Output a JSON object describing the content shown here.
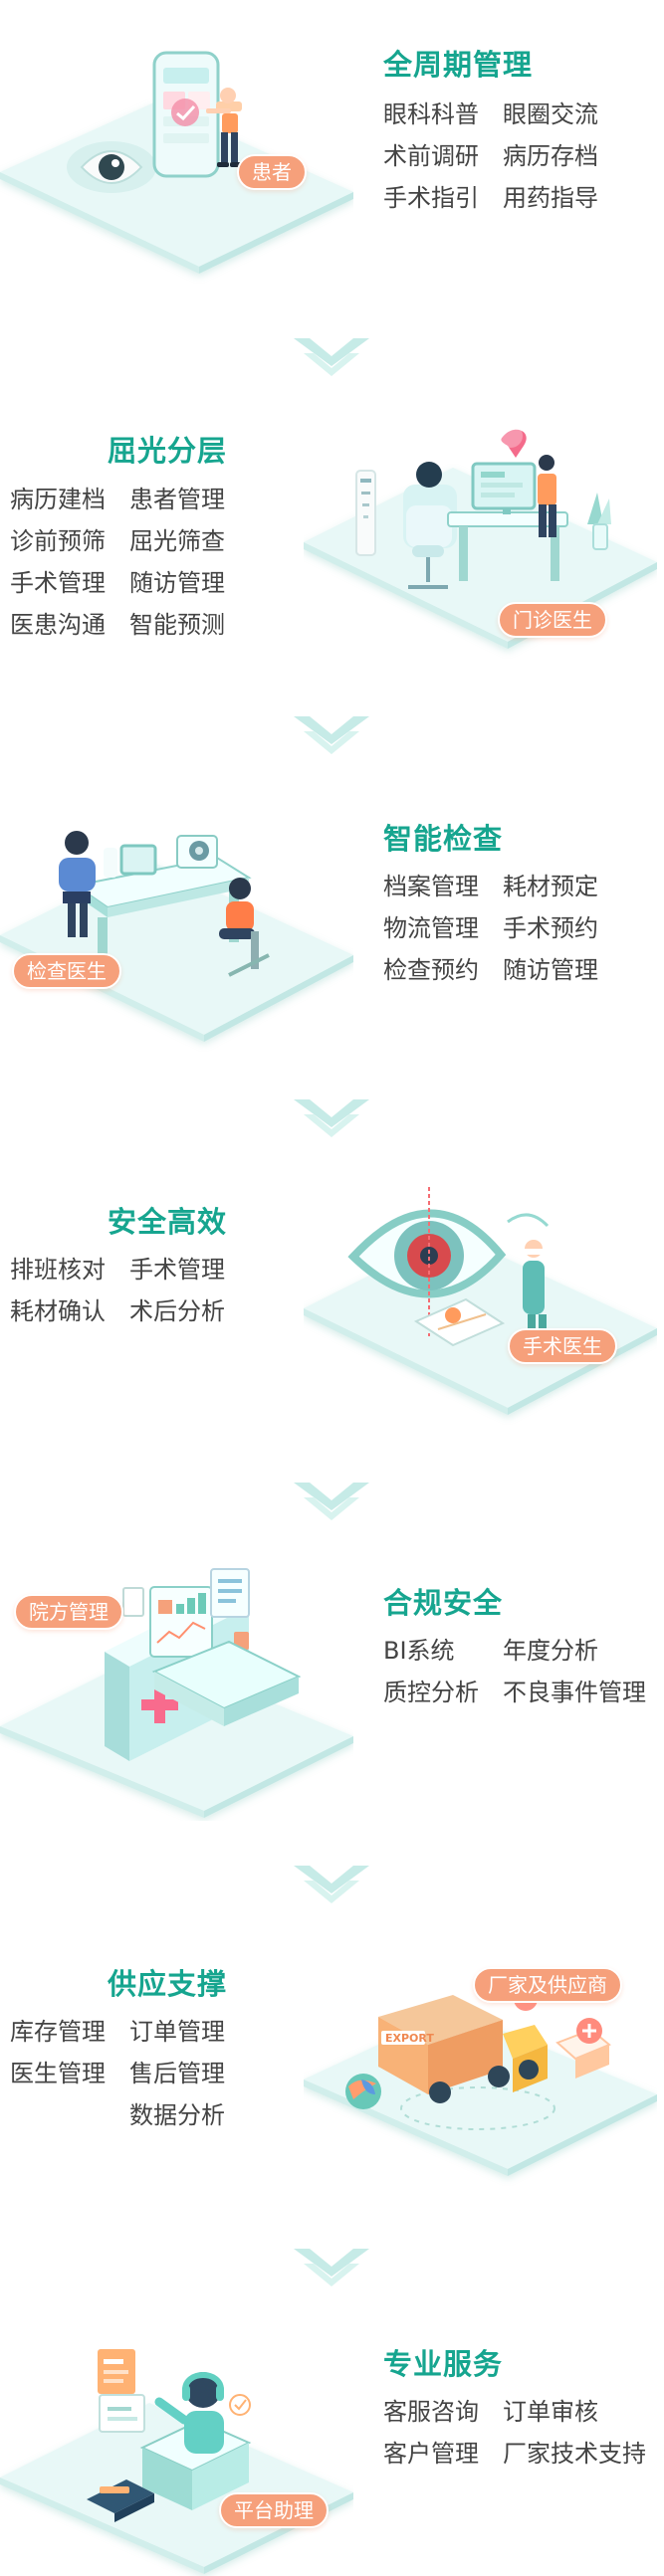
{
  "sections": [
    {
      "title": "全周期管理",
      "features": [
        [
          "眼科科普",
          "眼圈交流"
        ],
        [
          "术前调研",
          "病历存档"
        ],
        [
          "手术指引",
          "用药指导"
        ]
      ],
      "badge": "患者"
    },
    {
      "title": "屈光分层",
      "features": [
        [
          "病历建档",
          "患者管理"
        ],
        [
          "诊前预筛",
          "屈光筛查"
        ],
        [
          "手术管理",
          "随访管理"
        ],
        [
          "医患沟通",
          "智能预测"
        ]
      ],
      "badge": "门诊医生"
    },
    {
      "title": "智能检查",
      "features": [
        [
          "档案管理",
          "耗材预定"
        ],
        [
          "物流管理",
          "手术预约"
        ],
        [
          "检查预约",
          "随访管理"
        ]
      ],
      "badge": "检查医生"
    },
    {
      "title": "安全高效",
      "features": [
        [
          "排班核对",
          "手术管理"
        ],
        [
          "耗材确认",
          "术后分析"
        ]
      ],
      "badge": "手术医生"
    },
    {
      "title": "合规安全",
      "features": [
        [
          "BI系统",
          "年度分析"
        ],
        [
          "质控分析",
          "不良事件管理"
        ]
      ],
      "badge": "院方管理"
    },
    {
      "title": "供应支撑",
      "features": [
        [
          "库存管理",
          "订单管理"
        ],
        [
          "医生管理",
          "售后管理"
        ],
        [
          "",
          "数据分析"
        ]
      ],
      "badge": "厂家及供应商",
      "illustration_text": "EXPORT"
    },
    {
      "title": "专业服务",
      "features": [
        [
          "客服咨询",
          "订单审核"
        ],
        [
          "客户管理",
          "厂家技术支持"
        ]
      ],
      "badge": "平台助理"
    }
  ],
  "colors": {
    "accent": "#16a58f",
    "badge": "#f6a07b",
    "text": "#444444",
    "platform": "#e4f7f6",
    "arrow": "#bfe6e2"
  },
  "icons": {
    "arrow": "chevron-down-arrow",
    "patient": "phone-patient-illustration",
    "clinic": "clinic-doctor-illustration",
    "exam": "exam-room-illustration",
    "surgery": "eye-surgery-illustration",
    "hospital": "hospital-dashboard-illustration",
    "supplier": "export-truck-illustration",
    "assistant": "platform-assistant-illustration"
  }
}
